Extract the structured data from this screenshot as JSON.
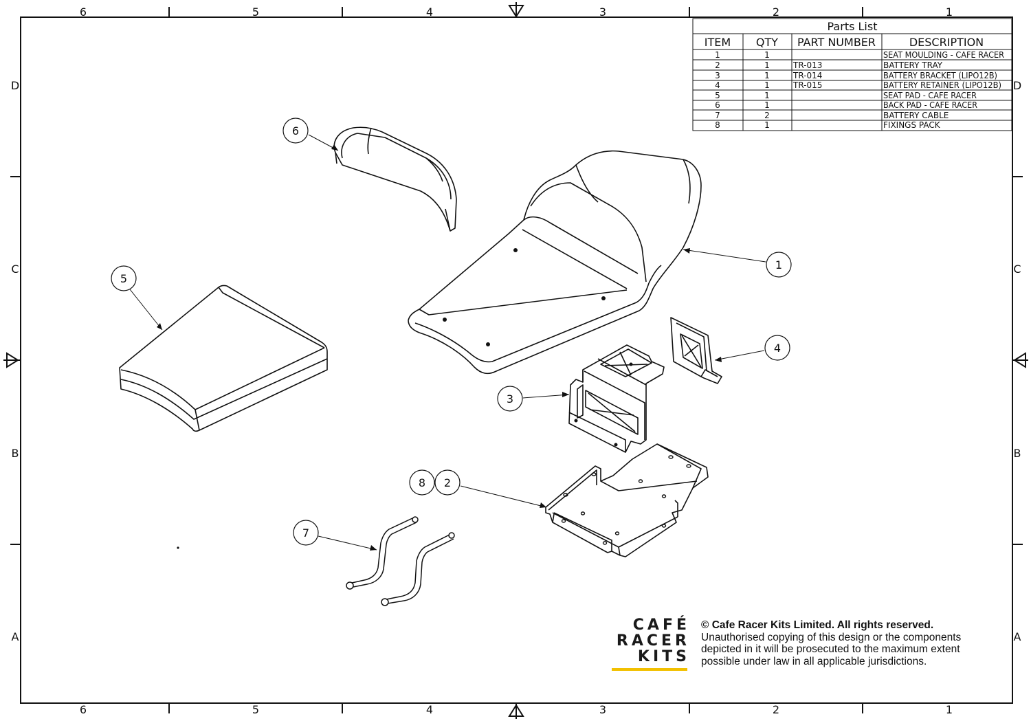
{
  "border": {
    "top_numbers": [
      "6",
      "5",
      "4",
      "3",
      "2",
      "1"
    ],
    "bottom_numbers": [
      "6",
      "5",
      "4",
      "3",
      "2",
      "1"
    ],
    "left_letters": [
      "D",
      "C",
      "B",
      "A"
    ],
    "right_letters": [
      "D",
      "C",
      "B",
      "A"
    ]
  },
  "parts_list": {
    "title": "Parts List",
    "headers": [
      "ITEM",
      "QTY",
      "PART NUMBER",
      "DESCRIPTION"
    ],
    "rows": [
      {
        "item": "1",
        "qty": "1",
        "part_number": "",
        "description": "SEAT MOULDING - CAFE RACER"
      },
      {
        "item": "2",
        "qty": "1",
        "part_number": "TR-013",
        "description": "BATTERY TRAY"
      },
      {
        "item": "3",
        "qty": "1",
        "part_number": "TR-014",
        "description": "BATTERY BRACKET (LIPO12B)"
      },
      {
        "item": "4",
        "qty": "1",
        "part_number": "TR-015",
        "description": "BATTERY RETAINER (LIPO12B)"
      },
      {
        "item": "5",
        "qty": "1",
        "part_number": "",
        "description": "SEAT PAD - CAFE RACER"
      },
      {
        "item": "6",
        "qty": "1",
        "part_number": "",
        "description": "BACK PAD - CAFE RACER"
      },
      {
        "item": "7",
        "qty": "2",
        "part_number": "",
        "description": "BATTERY CABLE"
      },
      {
        "item": "8",
        "qty": "1",
        "part_number": "",
        "description": "FIXINGS PACK"
      }
    ]
  },
  "callouts": {
    "c1": "1",
    "c2": "2",
    "c3": "3",
    "c4": "4",
    "c5": "5",
    "c6": "6",
    "c7": "7",
    "c8": "8"
  },
  "logo": {
    "line1": "CAFÉ",
    "line2": "RACER",
    "line3": "KITS",
    "accent_color": "#f2c000"
  },
  "copyright": {
    "line1": "© Cafe Racer Kits Limited. All rights reserved.",
    "line2": "Unauthorised copying of this design or the components",
    "line3": "depicted in it will be prosecuted to the maximum extent",
    "line4": "possible under law in all applicable jurisdictions."
  }
}
